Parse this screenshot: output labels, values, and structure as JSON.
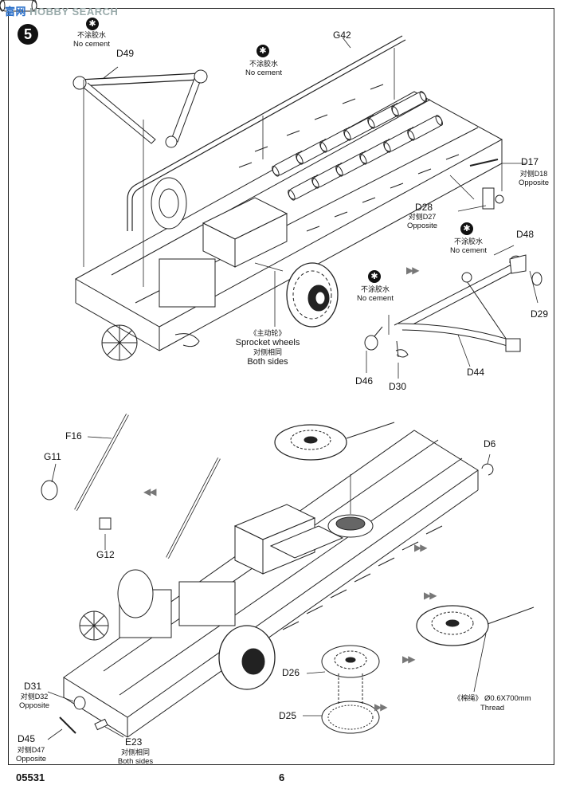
{
  "watermark": {
    "cn": "富",
    "cn2": "网",
    "en": "HOBBY SEARCH"
  },
  "step": "5",
  "no_cement": {
    "cn": "不涂胶水",
    "en": "No cement"
  },
  "parts": {
    "d49": "D49",
    "g42": "G42",
    "d17": "D17",
    "d18_cn": "对侧D18",
    "opposite": "Opposite",
    "d28": "D28",
    "d27_cn": "对侧D27",
    "d48": "D48",
    "d29": "D29",
    "d44": "D44",
    "d46": "D46",
    "d30": "D30",
    "f16": "F16",
    "g11": "G11",
    "g12": "G12",
    "d6": "D6",
    "d26": "D26",
    "d25": "D25",
    "d31": "D31",
    "d32_cn": "对侧D32",
    "d45": "D45",
    "d47_cn": "对侧D47",
    "e23": "E23"
  },
  "sprocket": {
    "cn": "《主动轮》",
    "en": "Sprocket wheels",
    "both_cn": "对侧相同",
    "both_en": "Both sides"
  },
  "both_sides": {
    "cn": "对侧相同",
    "en": "Both sides"
  },
  "thread": {
    "cn": "《棉绳》",
    "size": "Ø0.6X700mm",
    "en": "Thread"
  },
  "footer": {
    "code": "05531",
    "page": "6"
  }
}
